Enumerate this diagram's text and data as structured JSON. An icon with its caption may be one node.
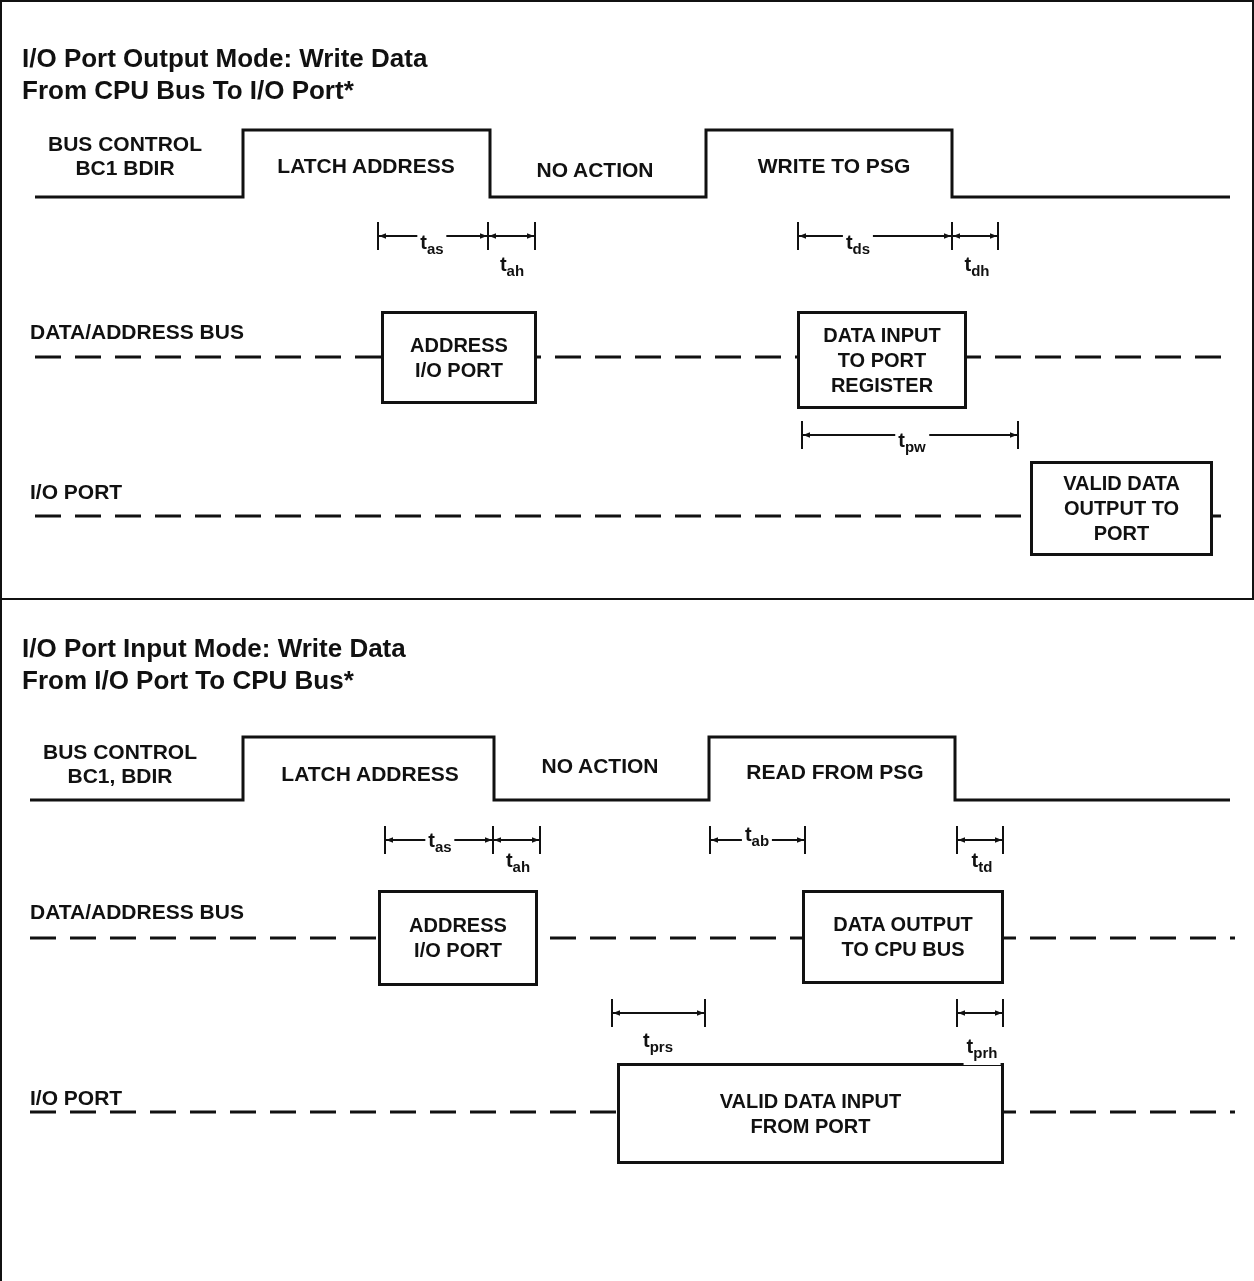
{
  "diagram": {
    "nodes": [
      {
        "text": [
          "I/O Port Output Mode: Write Data From CPU Bus To I/O Port*"
        ]
      },
      {
        "text": [
          "ADDRESS I/O PORT"
        ],
        "in": 0
      },
      {
        "text": [
          "DATA INPUT TO PORT REGISTER"
        ],
        "in": 0
      },
      {
        "text": [
          "VALID DATA OUTPUT TO PORT"
        ],
        "in": 0
      },
      {
        "text": [
          "I/O Port Input Mode: Write Data From I/O Port To CPU Bus*"
        ]
      },
      {
        "text": [
          "ADDRESS I/O PORT"
        ],
        "in": 4
      },
      {
        "text": [
          "DATA OUTPUT TO CPU BUS"
        ],
        "in": 4
      },
      {
        "text": [
          "VALID DATA INPUT FROM PORT"
        ],
        "in": 4
      }
    ],
    "labels": [
      "BUS CONTROL BC1 BDIR",
      "LATCH ADDRESS",
      "NO ACTION",
      "WRITE TO PSG",
      "t$_{as}$",
      "t$_{ah}$",
      "t$_{ds}$",
      "t$_{dh}$",
      "DATA/ADDRESS BUS",
      "t$_{pw}$",
      "I/O PORT",
      "BUS CONTROL BC1, BDIR",
      "LATCH ADDRESS",
      "NO ACTION",
      "READ FROM PSG",
      "t$_{as}$",
      "t$_{ah}$",
      "t$_{ab}$",
      "t$_{td}$",
      "DATA/ADDRESS BUS",
      "t$_{prs}$",
      "t$_{prh}$",
      "I/O PORT"
    ]
  }
}
